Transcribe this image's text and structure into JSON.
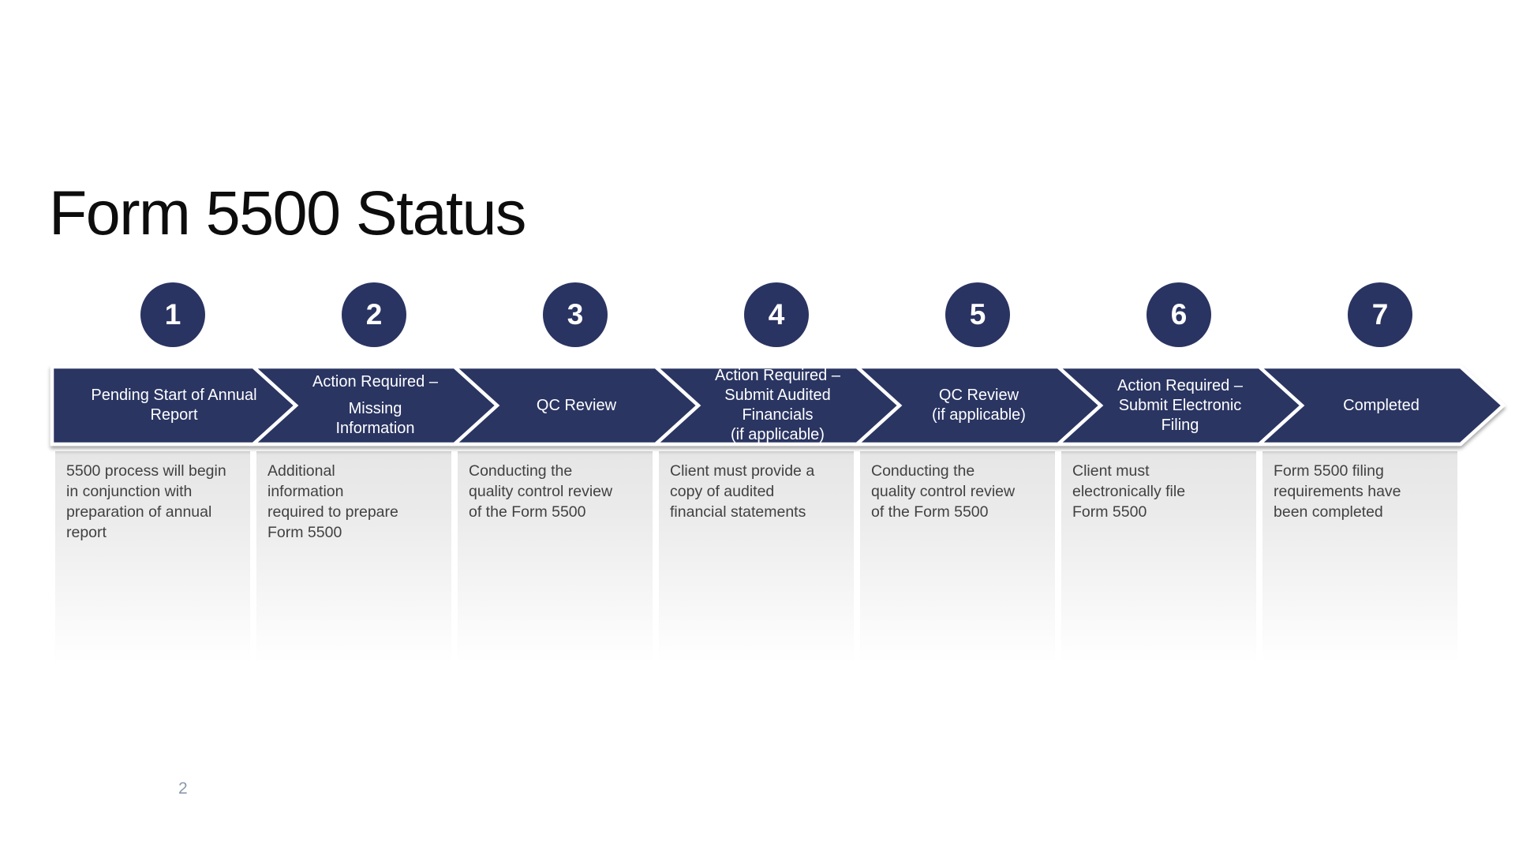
{
  "slide": {
    "title": "Form 5500 Status",
    "page_number": "2"
  },
  "colors": {
    "step_navy": "#2A3462",
    "arrow_outline": "#ffffff",
    "panel_gray": "#e6e6e6",
    "description_text": "#414141",
    "page_number_text": "#8a9aad"
  },
  "steps": [
    {
      "number": "1",
      "arrow_lines": [
        "Pending Start of Annual",
        "Report"
      ],
      "description": "5500 process will begin\nin conjunction with\npreparation of annual\nreport"
    },
    {
      "number": "2",
      "arrow_lines": [
        "Action Required –",
        "Missing",
        "Information"
      ],
      "description": "Additional\ninformation\nrequired to prepare\nForm 5500"
    },
    {
      "number": "3",
      "arrow_lines": [
        "QC Review"
      ],
      "description": "Conducting the\nquality control review\nof the Form 5500"
    },
    {
      "number": "4",
      "arrow_lines": [
        "Action Required –",
        "Submit Audited",
        "Financials",
        "(if applicable)"
      ],
      "description": "Client must provide a\ncopy of audited\nfinancial statements"
    },
    {
      "number": "5",
      "arrow_lines": [
        "QC Review",
        "(if applicable)"
      ],
      "description": "Conducting the\nquality control review\nof the Form 5500"
    },
    {
      "number": "6",
      "arrow_lines": [
        "Action Required –",
        "Submit Electronic",
        "Filing"
      ],
      "description": "Client must\nelectronically file\nForm 5500"
    },
    {
      "number": "7",
      "arrow_lines": [
        "Completed"
      ],
      "description": "Form 5500 filing\nrequirements have\nbeen completed"
    }
  ]
}
